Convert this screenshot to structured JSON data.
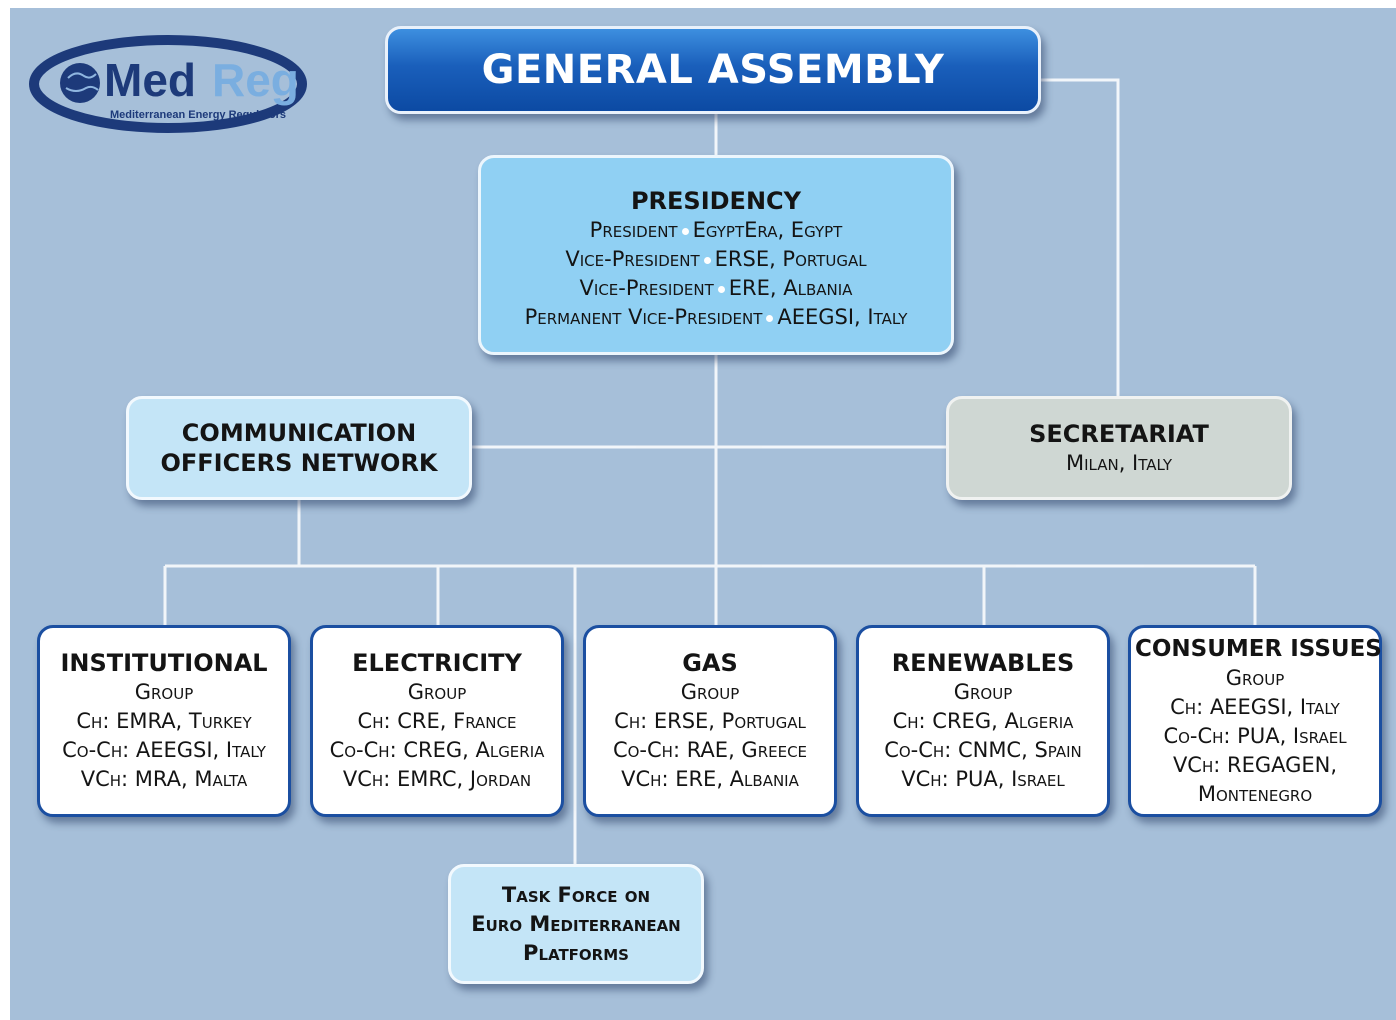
{
  "logo": {
    "name": "MedReg",
    "part1": "Med",
    "part2": "Reg",
    "tagline": "Mediterranean Energy Regulators"
  },
  "general_assembly": {
    "label": "GENERAL ASSEMBLY"
  },
  "presidency": {
    "title": "PRESIDENCY",
    "members": [
      {
        "role": "President",
        "org": "EgyptEra, Egypt"
      },
      {
        "role": "Vice-President",
        "org": "ERSE, Portugal"
      },
      {
        "role": "Vice-President",
        "org": "ERE, Albania"
      },
      {
        "role": "Permanent Vice-President",
        "org": "AEEGSI, Italy"
      }
    ]
  },
  "communication": {
    "line1": "COMMUNICATION",
    "line2": "OFFICERS NETWORK"
  },
  "secretariat": {
    "title": "SECRETARIAT",
    "location": "Milan, Italy"
  },
  "groups": [
    {
      "title": "INSTITUTIONAL",
      "sub": "Group",
      "lines": [
        "Ch: EMRA, Turkey",
        "Co-Ch: AEEGSI, Italy",
        "VCh: MRA, Malta"
      ]
    },
    {
      "title": "ELECTRICITY",
      "sub": "Group",
      "lines": [
        "Ch: CRE, France",
        "Co-Ch: CREG, Algeria",
        "VCh: EMRC, Jordan"
      ]
    },
    {
      "title": "GAS",
      "sub": "Group",
      "lines": [
        "Ch: ERSE, Portugal",
        "Co-Ch: RAE, Greece",
        "VCh: ERE, Albania"
      ]
    },
    {
      "title": "RENEWABLES",
      "sub": "Group",
      "lines": [
        "Ch: CREG, Algeria",
        "Co-Ch: CNMC, Spain",
        "VCh: PUA, Israel"
      ]
    },
    {
      "title": "CONSUMER ISSUES",
      "sub": "Group",
      "lines": [
        "Ch: AEEGSI, Italy",
        "Co-Ch: PUA, Israel",
        "VCh: REGAGEN,",
        "Montenegro"
      ]
    }
  ],
  "task_force": {
    "lines": [
      "Task Force on",
      "Euro Mediterranean",
      "Platforms"
    ]
  },
  "colors": {
    "background": "#a6bfd9",
    "title_blue": "#0c4aa3",
    "presidency": "#90d0f3",
    "communication": "#c4e5f7",
    "secretariat": "#cfd7d3",
    "group_border": "#1b4fa1",
    "connector": "#ffffff"
  }
}
